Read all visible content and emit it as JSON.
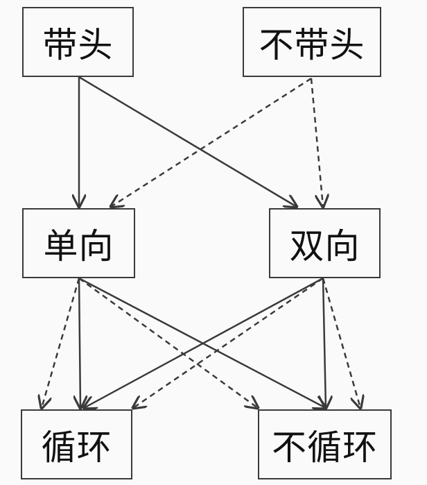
{
  "nodes": {
    "daitou": "带头",
    "budaitou": "不带头",
    "danxiang": "单向",
    "shuangxiang": "双向",
    "xunhuan": "循环",
    "buxunhuan": "不循环"
  },
  "edges": [
    {
      "from": "daitou",
      "to": "danxiang",
      "style": "solid"
    },
    {
      "from": "daitou",
      "to": "shuangxiang",
      "style": "solid"
    },
    {
      "from": "budaitou",
      "to": "danxiang",
      "style": "dashed"
    },
    {
      "from": "budaitou",
      "to": "shuangxiang",
      "style": "dashed"
    },
    {
      "from": "danxiang",
      "to": "xunhuan",
      "style": "solid"
    },
    {
      "from": "danxiang",
      "to": "xunhuan",
      "style": "dashed"
    },
    {
      "from": "danxiang",
      "to": "buxunhuan",
      "style": "solid"
    },
    {
      "from": "danxiang",
      "to": "buxunhuan",
      "style": "dashed"
    },
    {
      "from": "shuangxiang",
      "to": "xunhuan",
      "style": "solid"
    },
    {
      "from": "shuangxiang",
      "to": "xunhuan",
      "style": "dashed"
    },
    {
      "from": "shuangxiang",
      "to": "buxunhuan",
      "style": "solid"
    },
    {
      "from": "shuangxiang",
      "to": "buxunhuan",
      "style": "dashed"
    }
  ],
  "colors": {
    "line": "#3a3a3a",
    "background": "#fafafa"
  }
}
